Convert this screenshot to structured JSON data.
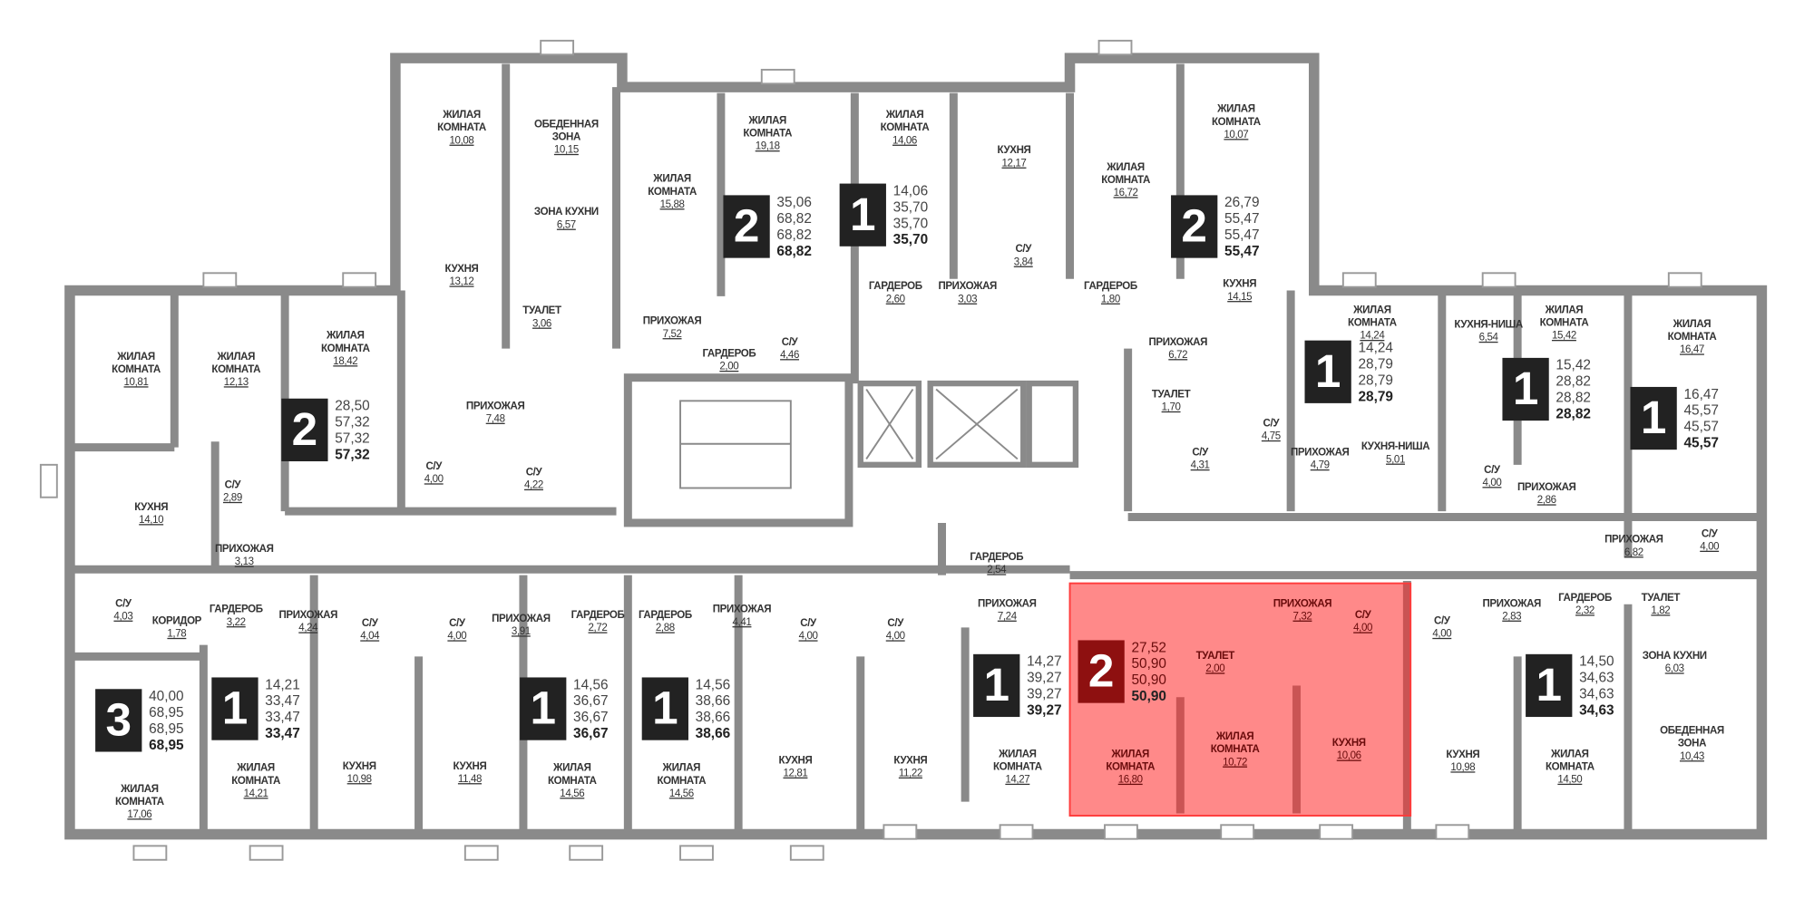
{
  "highlight_color": "#ff3b3b",
  "apartments": [
    {
      "rooms": "2",
      "areas": [
        "28,50",
        "57,32",
        "57,32",
        "57,32"
      ]
    },
    {
      "rooms": "2",
      "areas": [
        "35,06",
        "68,82",
        "68,82",
        "68,82"
      ]
    },
    {
      "rooms": "1",
      "areas": [
        "14,06",
        "35,70",
        "35,70",
        "35,70"
      ]
    },
    {
      "rooms": "2",
      "areas": [
        "26,79",
        "55,47",
        "55,47",
        "55,47"
      ]
    },
    {
      "rooms": "1",
      "areas": [
        "14,24",
        "28,79",
        "28,79",
        "28,79"
      ]
    },
    {
      "rooms": "1",
      "areas": [
        "15,42",
        "28,82",
        "28,82",
        "28,82"
      ]
    },
    {
      "rooms": "1",
      "areas": [
        "16,47",
        "45,57",
        "45,57",
        "45,57"
      ]
    },
    {
      "rooms": "3",
      "areas": [
        "40,00",
        "68,95",
        "68,95",
        "68,95"
      ]
    },
    {
      "rooms": "1",
      "areas": [
        "14,21",
        "33,47",
        "33,47",
        "33,47"
      ]
    },
    {
      "rooms": "1",
      "areas": [
        "14,56",
        "36,67",
        "36,67",
        "36,67"
      ]
    },
    {
      "rooms": "1",
      "areas": [
        "14,56",
        "38,66",
        "38,66",
        "38,66"
      ]
    },
    {
      "rooms": "1",
      "areas": [
        "14,27",
        "39,27",
        "39,27",
        "39,27"
      ]
    },
    {
      "rooms": "2",
      "areas": [
        "27,52",
        "50,90",
        "50,90",
        "50,90"
      ]
    },
    {
      "rooms": "1",
      "areas": [
        "14,50",
        "34,63",
        "34,63",
        "34,63"
      ]
    }
  ],
  "rooms": [
    {
      "name": "ЖИЛАЯ КОМНАТА",
      "area": "10,08"
    },
    {
      "name": "ОБЕДЕННАЯ ЗОНА",
      "area": "10,15"
    },
    {
      "name": "ЗОНА КУХНИ",
      "area": "6,57"
    },
    {
      "name": "КУХНЯ",
      "area": "13,12"
    },
    {
      "name": "ТУАЛЕТ",
      "area": "3,06"
    },
    {
      "name": "ЖИЛАЯ КОМНАТА",
      "area": "15,88"
    },
    {
      "name": "ЖИЛАЯ КОМНАТА",
      "area": "19,18"
    },
    {
      "name": "ПРИХОЖАЯ",
      "area": "7,52"
    },
    {
      "name": "ГАРДЕРОБ",
      "area": "2,00"
    },
    {
      "name": "С/У",
      "area": "4,46"
    },
    {
      "name": "ЖИЛАЯ КОМНАТА",
      "area": "14,06"
    },
    {
      "name": "КУХНЯ",
      "area": "12,17"
    },
    {
      "name": "С/У",
      "area": "3,84"
    },
    {
      "name": "ГАРДЕРОБ",
      "area": "2,60"
    },
    {
      "name": "ПРИХОЖАЯ",
      "area": "3,03"
    },
    {
      "name": "ЖИЛАЯ КОМНАТА",
      "area": "16,72"
    },
    {
      "name": "ГАРДЕРОБ",
      "area": "1,80"
    },
    {
      "name": "ЖИЛАЯ КОМНАТА",
      "area": "10,07"
    },
    {
      "name": "КУХНЯ",
      "area": "14,15"
    },
    {
      "name": "ПРИХОЖАЯ",
      "area": "6,72"
    },
    {
      "name": "ТУАЛЕТ",
      "area": "1,70"
    },
    {
      "name": "С/У",
      "area": "4,31"
    },
    {
      "name": "С/У",
      "area": "4,75"
    },
    {
      "name": "ЖИЛАЯ КОМНАТА",
      "area": "14,24"
    },
    {
      "name": "ПРИХОЖАЯ",
      "area": "4,79"
    },
    {
      "name": "КУХНЯ-НИША",
      "area": "6,54"
    },
    {
      "name": "КУХНЯ-НИША",
      "area": "5,01"
    },
    {
      "name": "ЖИЛАЯ КОМНАТА",
      "area": "15,42"
    },
    {
      "name": "С/У",
      "area": "4,00"
    },
    {
      "name": "ПРИХОЖАЯ",
      "area": "2,86"
    },
    {
      "name": "ЖИЛАЯ КОМНАТА",
      "area": "16,47"
    },
    {
      "name": "ПРИХОЖАЯ",
      "area": "6,82"
    },
    {
      "name": "С/У",
      "area": "4,00"
    },
    {
      "name": "ТУАЛЕТ",
      "area": "1,82"
    },
    {
      "name": "ЗОНА КУХНИ",
      "area": "6,03"
    },
    {
      "name": "ОБЕДЕННАЯ ЗОНА",
      "area": "10,43"
    },
    {
      "name": "ЖИЛАЯ КОМНАТА",
      "area": "10,81"
    },
    {
      "name": "ЖИЛАЯ КОМНАТА",
      "area": "12,13"
    },
    {
      "name": "ЖИЛАЯ КОМНАТА",
      "area": "18,42"
    },
    {
      "name": "ПРИХОЖАЯ",
      "area": "7,48"
    },
    {
      "name": "С/У",
      "area": "4,00"
    },
    {
      "name": "С/У",
      "area": "4,22"
    },
    {
      "name": "КУХНЯ",
      "area": "14,10"
    },
    {
      "name": "С/У",
      "area": "2,89"
    },
    {
      "name": "ПРИХОЖАЯ",
      "area": "3,13"
    },
    {
      "name": "С/У",
      "area": "4,03"
    },
    {
      "name": "КОРИДОР",
      "area": "1,78"
    },
    {
      "name": "ЖИЛАЯ КОМНАТА",
      "area": "17,06"
    },
    {
      "name": "ГАРДЕРОБ",
      "area": "3,22"
    },
    {
      "name": "ПРИХОЖАЯ",
      "area": "4,24"
    },
    {
      "name": "ЖИЛАЯ КОМНАТА",
      "area": "14,21"
    },
    {
      "name": "С/У",
      "area": "4,04"
    },
    {
      "name": "С/У",
      "area": "4,00"
    },
    {
      "name": "КУХНЯ",
      "area": "10,98"
    },
    {
      "name": "КУХНЯ",
      "area": "11,48"
    },
    {
      "name": "ПРИХОЖАЯ",
      "area": "3,91"
    },
    {
      "name": "ГАРДЕРОБ",
      "area": "2,72"
    },
    {
      "name": "ЖИЛАЯ КОМНАТА",
      "area": "14,56"
    },
    {
      "name": "ГАРДЕРОБ",
      "area": "2,88"
    },
    {
      "name": "ПРИХОЖАЯ",
      "area": "4,41"
    },
    {
      "name": "ЖИЛАЯ КОМНАТА",
      "area": "14,56"
    },
    {
      "name": "КУХНЯ",
      "area": "12,81"
    },
    {
      "name": "С/У",
      "area": "4,00"
    },
    {
      "name": "С/У",
      "area": "4,00"
    },
    {
      "name": "КУХНЯ",
      "area": "11,22"
    },
    {
      "name": "ГАРДЕРОБ",
      "area": "2,54"
    },
    {
      "name": "ПРИХОЖАЯ",
      "area": "7,24"
    },
    {
      "name": "ЖИЛАЯ КОМНАТА",
      "area": "14,27"
    },
    {
      "name": "ЖИЛАЯ КОМНАТА",
      "area": "16,80"
    },
    {
      "name": "ТУАЛЕТ",
      "area": "2,00"
    },
    {
      "name": "ПРИХОЖАЯ",
      "area": "7,32"
    },
    {
      "name": "С/У",
      "area": "4,00"
    },
    {
      "name": "ЖИЛАЯ КОМНАТА",
      "area": "10,72"
    },
    {
      "name": "КУХНЯ",
      "area": "10,06"
    },
    {
      "name": "С/У",
      "area": "4,00"
    },
    {
      "name": "КУХНЯ",
      "area": "10,98"
    },
    {
      "name": "ПРИХОЖАЯ",
      "area": "2,83"
    },
    {
      "name": "ГАРДЕРОБ",
      "area": "2,32"
    },
    {
      "name": "ЖИЛАЯ КОМНАТА",
      "area": "14,50"
    }
  ]
}
